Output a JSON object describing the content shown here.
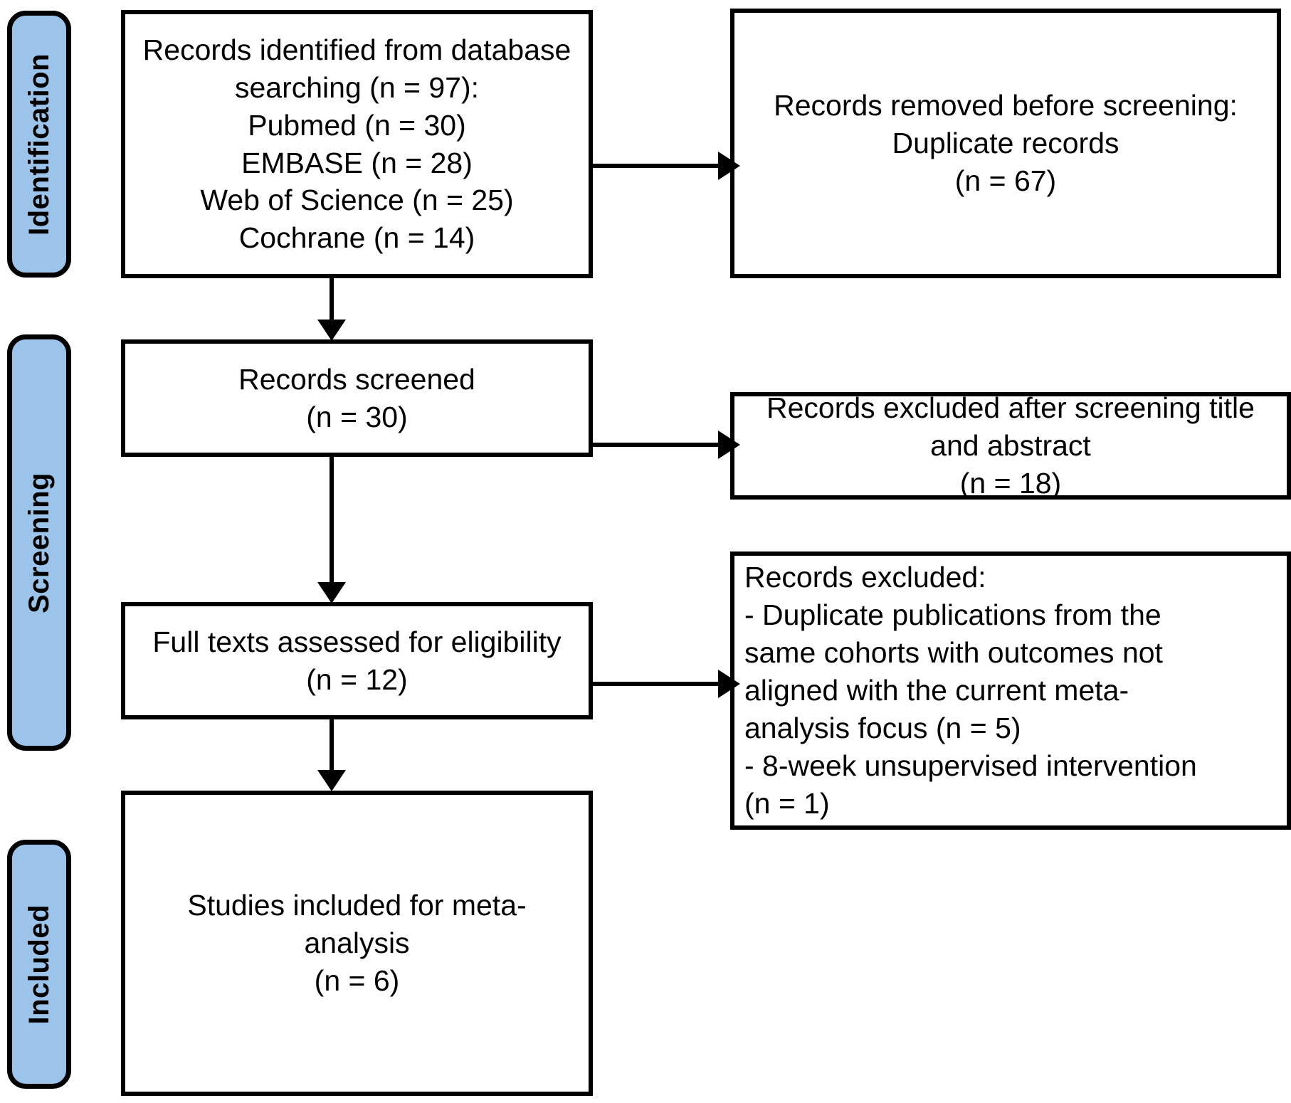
{
  "diagram": {
    "type": "prisma-flow-diagram",
    "title": "PRISMA flow diagram",
    "accent_color": "#9CC3E9",
    "line_color": "#000000",
    "background_color": "#FFFFFF"
  },
  "stages": [
    {
      "id": "identification",
      "label": "Identification"
    },
    {
      "id": "screening",
      "label": "Screening"
    },
    {
      "id": "included",
      "label": "Included"
    }
  ],
  "boxes": {
    "records_identified": {
      "id": "records-identified",
      "text": "Records identified from database\nsearching (n = 97):\nPubmed (n = 30)\nEMBASE (n = 28)\nWeb of Science (n = 25)\nCochrane (n = 14)",
      "total": 97,
      "sources": [
        {
          "name": "Pubmed",
          "n": 30
        },
        {
          "name": "EMBASE",
          "n": 28
        },
        {
          "name": "Web of Science",
          "n": 25
        },
        {
          "name": "Cochrane",
          "n": 14
        }
      ]
    },
    "records_removed": {
      "id": "records-removed-before-screening",
      "text": "Records removed before screening:\nDuplicate records\n(n = 67)",
      "n": 67
    },
    "records_screened": {
      "id": "records-screened",
      "text": "Records screened\n(n = 30)",
      "n": 30
    },
    "records_excluded_title_abstract": {
      "id": "records-excluded-after-screening",
      "text": "Records excluded after screening title\nand abstract\n(n = 18)",
      "n": 18
    },
    "full_texts_assessed": {
      "id": "full-texts-assessed",
      "text": "Full texts assessed for eligibility\n(n = 12)",
      "n": 12
    },
    "records_excluded_fulltext": {
      "id": "records-excluded-full-text",
      "text": "Records excluded:\n- Duplicate publications from the\nsame cohorts with outcomes not\naligned with the current meta-\nanalysis focus (n = 5)\n- 8-week unsupervised intervention\n(n = 1)",
      "heading": "Records excluded:",
      "reasons": [
        {
          "reason": "Duplicate publications from the same cohorts with outcomes not aligned with the current meta-analysis focus",
          "n": 5
        },
        {
          "reason": "8-week unsupervised intervention",
          "n": 1
        }
      ]
    },
    "studies_included": {
      "id": "studies-included-meta-analysis",
      "text": "Studies included for meta-\nanalysis\n(n = 6)",
      "n": 6
    }
  },
  "connectors": [
    {
      "id": "identified-to-removed",
      "from": "records_identified",
      "to": "records_removed",
      "direction": "right"
    },
    {
      "id": "identified-to-screened",
      "from": "records_identified",
      "to": "records_screened",
      "direction": "down"
    },
    {
      "id": "screened-to-excluded-title",
      "from": "records_screened",
      "to": "records_excluded_title_abstract",
      "direction": "right"
    },
    {
      "id": "screened-to-fulltext",
      "from": "records_screened",
      "to": "full_texts_assessed",
      "direction": "down"
    },
    {
      "id": "fulltext-to-excluded",
      "from": "full_texts_assessed",
      "to": "records_excluded_fulltext",
      "direction": "right"
    },
    {
      "id": "fulltext-to-included",
      "from": "full_texts_assessed",
      "to": "studies_included",
      "direction": "down"
    }
  ]
}
